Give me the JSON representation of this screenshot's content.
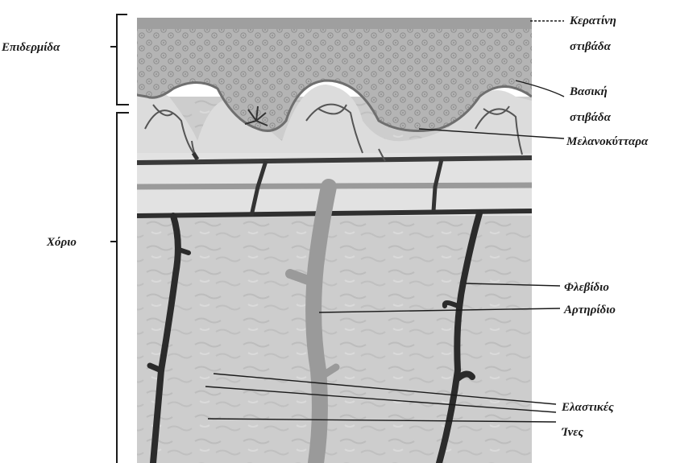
{
  "labels": {
    "epidermis": "Επιδερμίδα",
    "dermis": "Χόριο",
    "keratin_line1": "Κερατίνη",
    "keratin_line2": "στιβάδα",
    "basal_line1": "Βασική",
    "basal_line2": "στιβάδα",
    "melanocytes": "Μελανοκύτταρα",
    "venule": "Φλεβίδιο",
    "arteriole": "Αρτηρίδιο",
    "elastic_line1": "Ελαστικές",
    "elastic_line2": "Ίνες"
  },
  "colors": {
    "ink": "#1a1a1a",
    "epidermis_fill": "#b9b9b9",
    "dermis_fill": "#cfcfcf",
    "band_fill": "#e4e4e4",
    "vessel_dark": "#2b2b2b",
    "vessel_light": "#9a9a9a"
  }
}
